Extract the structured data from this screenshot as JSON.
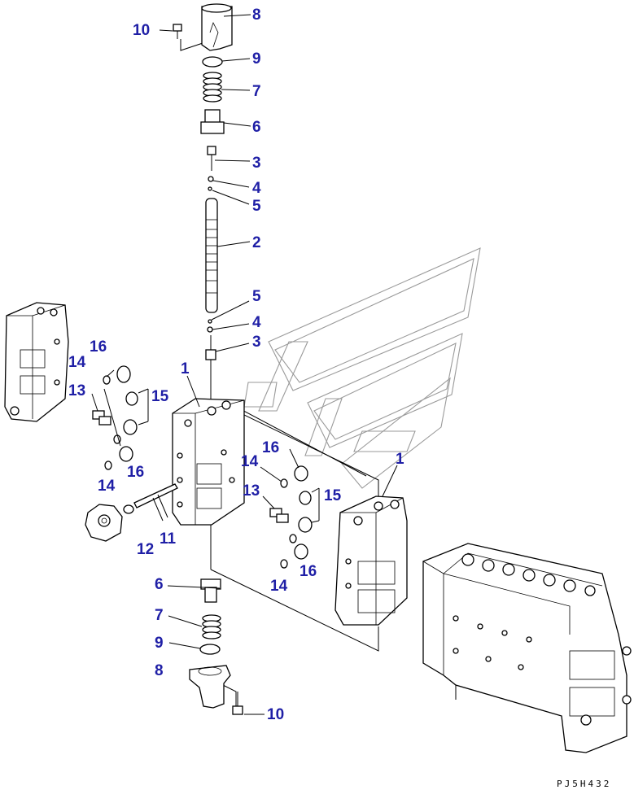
{
  "diagram": {
    "drawing_code": "PJ5H432",
    "callouts": [
      {
        "id": "c-8-top",
        "text": "8"
      },
      {
        "id": "c-10-top",
        "text": "10"
      },
      {
        "id": "c-9-top",
        "text": "9"
      },
      {
        "id": "c-7-top",
        "text": "7"
      },
      {
        "id": "c-6-top",
        "text": "6"
      },
      {
        "id": "c-3-top",
        "text": "3"
      },
      {
        "id": "c-4-top",
        "text": "4"
      },
      {
        "id": "c-5-top",
        "text": "5"
      },
      {
        "id": "c-2",
        "text": "2"
      },
      {
        "id": "c-5-mid",
        "text": "5"
      },
      {
        "id": "c-4-mid",
        "text": "4"
      },
      {
        "id": "c-3-mid",
        "text": "3"
      },
      {
        "id": "c-1-left",
        "text": "1"
      },
      {
        "id": "c-16-left",
        "text": "16"
      },
      {
        "id": "c-14-left",
        "text": "14"
      },
      {
        "id": "c-13-left",
        "text": "13"
      },
      {
        "id": "c-15-left",
        "text": "15"
      },
      {
        "id": "c-16-left-low",
        "text": "16"
      },
      {
        "id": "c-14-left-low",
        "text": "14"
      },
      {
        "id": "c-12",
        "text": "12"
      },
      {
        "id": "c-11",
        "text": "11"
      },
      {
        "id": "c-16-right",
        "text": "16"
      },
      {
        "id": "c-14-right",
        "text": "14"
      },
      {
        "id": "c-13-right",
        "text": "13"
      },
      {
        "id": "c-15-right",
        "text": "15"
      },
      {
        "id": "c-1-right",
        "text": "1"
      },
      {
        "id": "c-16-right-low",
        "text": "16"
      },
      {
        "id": "c-14-right-low",
        "text": "14"
      },
      {
        "id": "c-6-bot",
        "text": "6"
      },
      {
        "id": "c-7-bot",
        "text": "7"
      },
      {
        "id": "c-9-bot",
        "text": "9"
      },
      {
        "id": "c-8-bot",
        "text": "8"
      },
      {
        "id": "c-10-bot",
        "text": "10"
      }
    ]
  }
}
